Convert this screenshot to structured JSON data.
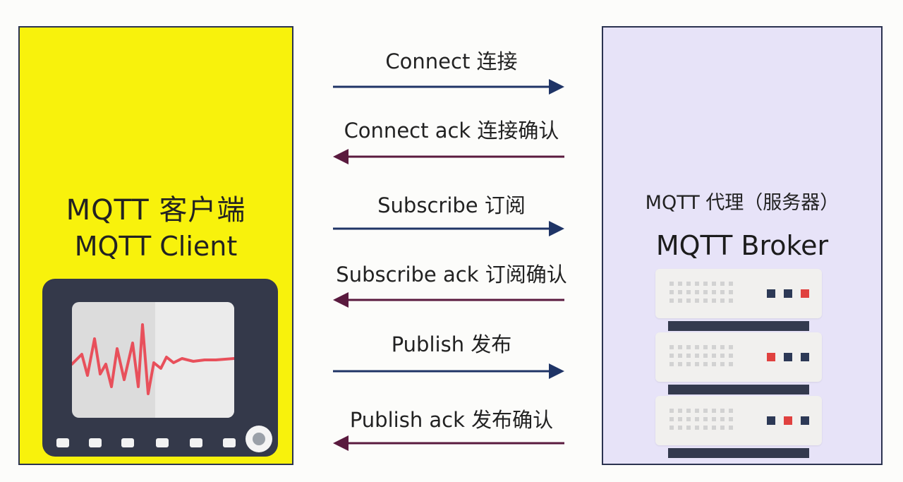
{
  "client": {
    "title_cn": "MQTT 客户端",
    "title_en": "MQTT Client",
    "panel_color": "#f8f20c",
    "icon": "monitor-icon"
  },
  "broker": {
    "title_cn": "MQTT 代理（服务器）",
    "title_en": "MQTT Broker",
    "panel_color": "#e7e3f8",
    "icon": "server-rack-icon"
  },
  "messages": [
    {
      "label": "Connect 连接",
      "direction": "client-to-broker"
    },
    {
      "label": "Connect ack 连接确认",
      "direction": "broker-to-client"
    },
    {
      "label": "Subscribe 订阅",
      "direction": "client-to-broker"
    },
    {
      "label": "Subscribe ack 订阅确认",
      "direction": "broker-to-client"
    },
    {
      "label": "Publish 发布",
      "direction": "client-to-broker"
    },
    {
      "label": "Publish ack 发布确认",
      "direction": "broker-to-client"
    }
  ],
  "colors": {
    "request_arrow": "#1f3466",
    "ack_arrow": "#5a1a3e",
    "panel_border": "#2b3350",
    "waveform": "#e8505b",
    "led_red": "#e0413f",
    "led_navy": "#2d3956"
  }
}
